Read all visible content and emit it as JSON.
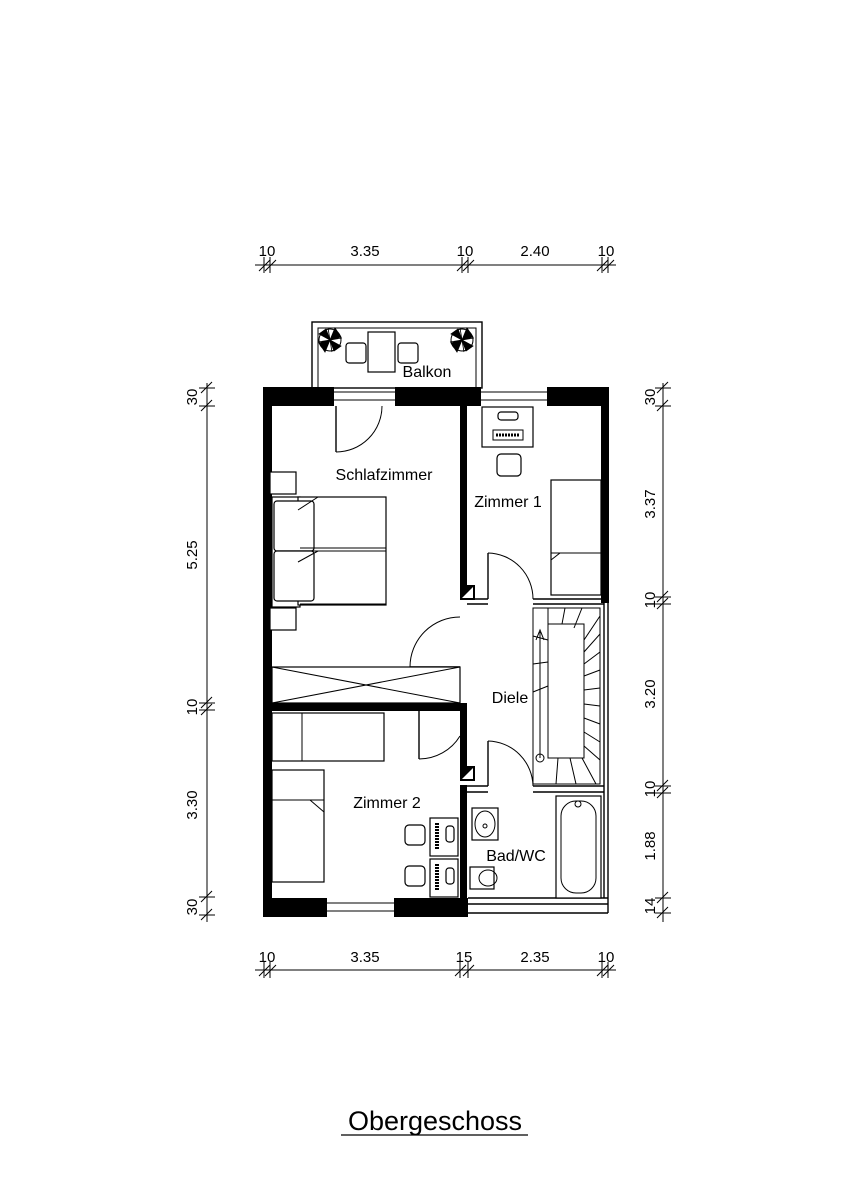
{
  "title": "Obergeschoss",
  "rooms": {
    "balkon": "Balkon",
    "schlafzimmer": "Schlafzimmer",
    "zimmer1": "Zimmer 1",
    "zimmer2": "Zimmer 2",
    "diele": "Diele",
    "bad": "Bad/WC"
  },
  "dimensions": {
    "top": [
      "10",
      "3.35",
      "10",
      "2.40",
      "10"
    ],
    "bottom": [
      "10",
      "3.35",
      "15",
      "2.35",
      "10"
    ],
    "left": [
      "30",
      "5.25",
      "10",
      "3.30",
      "30"
    ],
    "right": [
      "30",
      "3.37",
      "10",
      "3.20",
      "10",
      "1.88",
      "14"
    ]
  }
}
